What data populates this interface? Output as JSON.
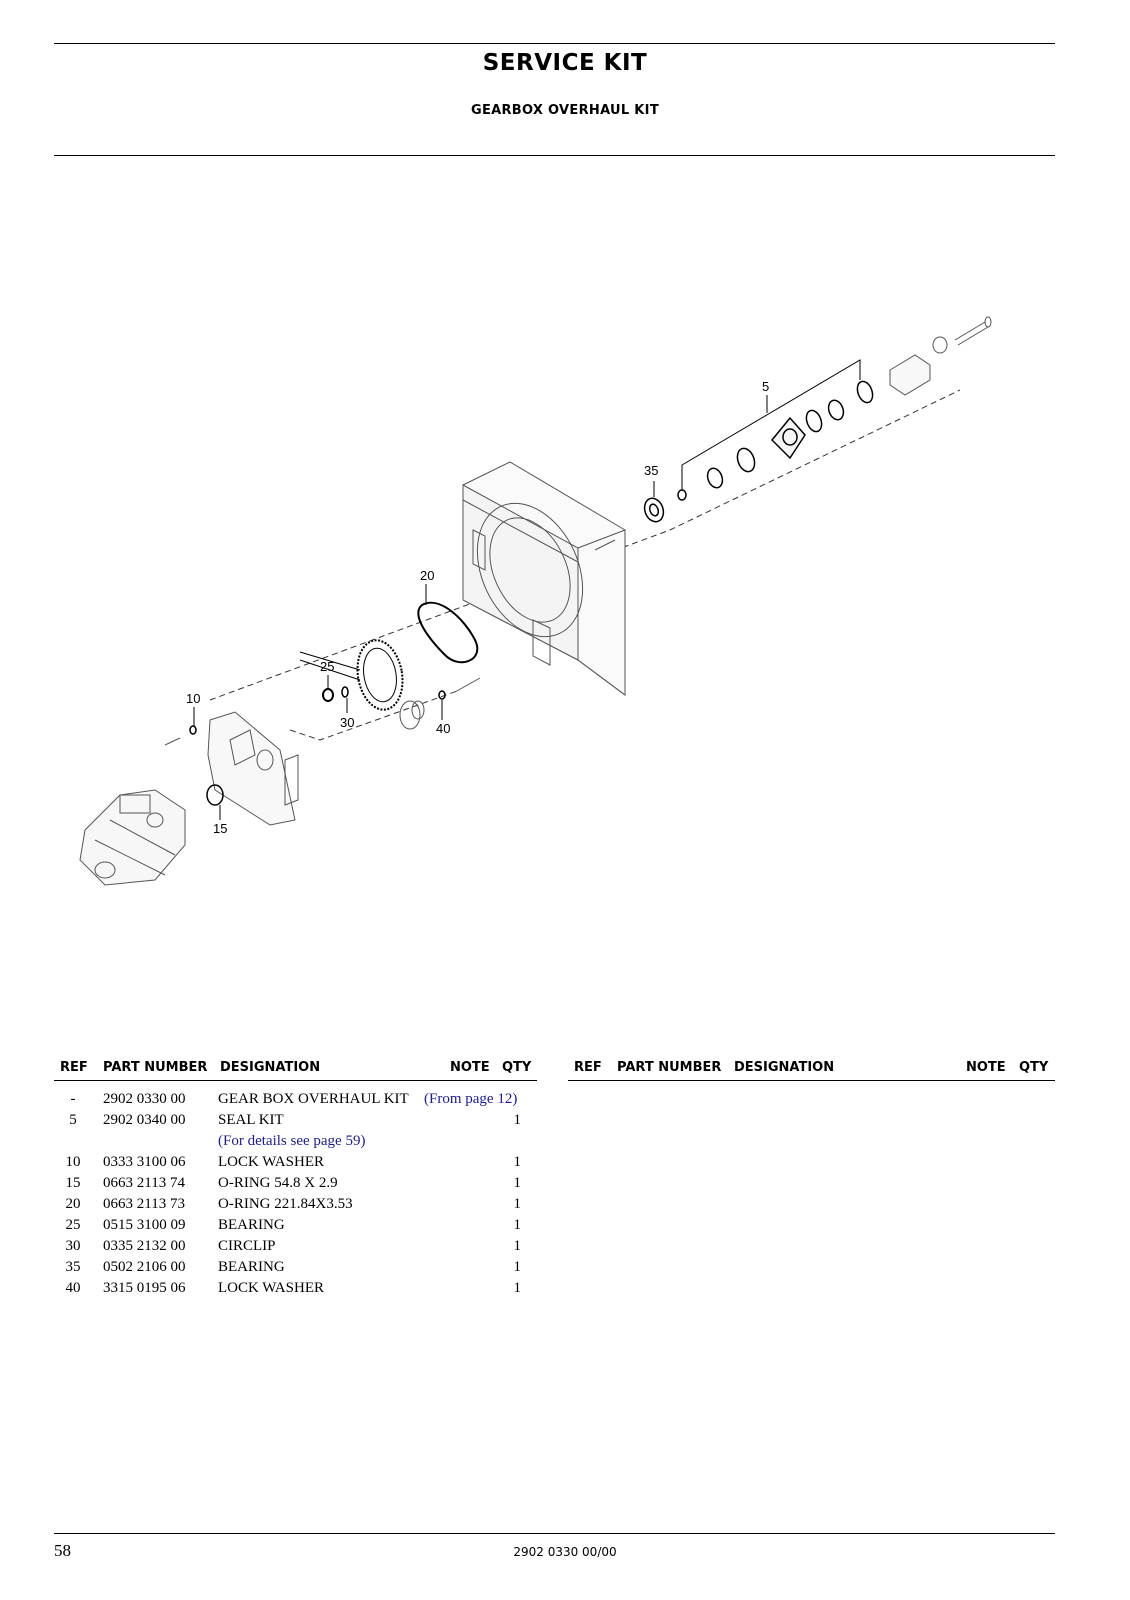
{
  "header": {
    "title": "SERVICE KIT",
    "subtitle": "GEARBOX OVERHAUL KIT"
  },
  "diagram": {
    "callouts": [
      "5",
      "35",
      "20",
      "25",
      "10",
      "30",
      "40",
      "15"
    ]
  },
  "table": {
    "columns": [
      "REF",
      "PART NUMBER",
      "DESIGNATION",
      "NOTE",
      "QTY"
    ],
    "rows": [
      {
        "ref": "-",
        "part": "2902 0330 00",
        "designation": "GEAR BOX OVERHAUL KIT",
        "note": "(From page 12)",
        "qty": ""
      },
      {
        "ref": "5",
        "part": "2902 0340 00",
        "designation": "SEAL KIT",
        "note": "",
        "qty": "1"
      },
      {
        "ref": "",
        "part": "",
        "designation": "",
        "note": "(For details see page 59)",
        "qty": ""
      },
      {
        "ref": "10",
        "part": "0333 3100 06",
        "designation": "LOCK WASHER",
        "note": "",
        "qty": "1"
      },
      {
        "ref": "15",
        "part": "0663 2113 74",
        "designation": "O-RING 54.8 X 2.9",
        "note": "",
        "qty": "1"
      },
      {
        "ref": "20",
        "part": "0663 2113 73",
        "designation": "O-RING 221.84X3.53",
        "note": "",
        "qty": "1"
      },
      {
        "ref": "25",
        "part": "0515 3100 09",
        "designation": "BEARING",
        "note": "",
        "qty": "1"
      },
      {
        "ref": "30",
        "part": "0335 2132 00",
        "designation": "CIRCLIP",
        "note": "",
        "qty": "1"
      },
      {
        "ref": "35",
        "part": "0502 2106 00",
        "designation": "BEARING",
        "note": "",
        "qty": "1"
      },
      {
        "ref": "40",
        "part": "3315 0195 06",
        "designation": "LOCK WASHER",
        "note": "",
        "qty": "1"
      }
    ]
  },
  "footer": {
    "page_number": "58",
    "document_number": "2902 0330 00/00"
  }
}
